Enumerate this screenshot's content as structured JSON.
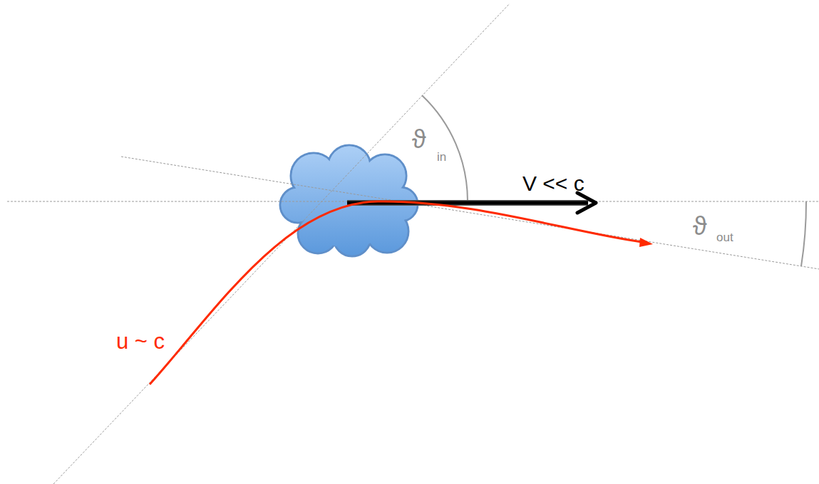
{
  "diagram": {
    "labels": [
      "ϑ",
      "in",
      "V << c",
      "ϑ",
      "out",
      "u ~ c"
    ]
  }
}
